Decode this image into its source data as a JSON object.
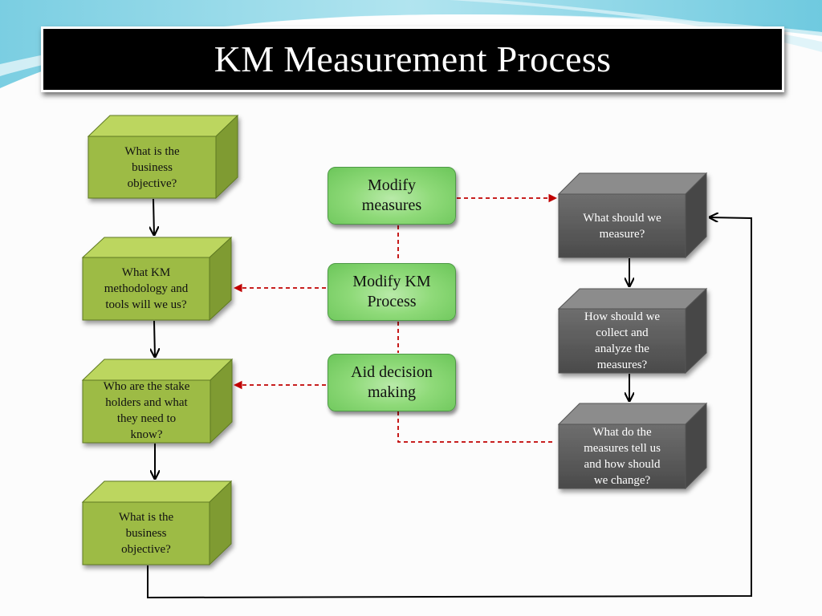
{
  "slide": {
    "title": "KM Measurement Process"
  },
  "left_boxes": [
    {
      "text": "What is the\nbusiness\nobjective?"
    },
    {
      "text": "What KM\nmethodology and\ntools will we us?"
    },
    {
      "text": "Who are the stake\nholders and what\nthey need to\nknow?"
    },
    {
      "text": "What is the\nbusiness\nobjective?"
    }
  ],
  "center_boxes": [
    {
      "text": "Modify\nmeasures"
    },
    {
      "text": "Modify  KM\nProcess"
    },
    {
      "text": "Aid decision\nmaking"
    }
  ],
  "right_boxes": [
    {
      "text": "What  should we\nmeasure?"
    },
    {
      "text": "How should we\ncollect and\nanalyze the\nmeasures?"
    },
    {
      "text": "What do the\nmeasures tell us\nand how should\nwe change?"
    }
  ],
  "colors": {
    "left_box_front": "#9dbb45",
    "left_box_top": "#b9d45f",
    "left_box_side": "#7e9a33",
    "right_box_front": "#5e5e5e",
    "right_box_top": "#8a8a8a",
    "right_box_side": "#474747",
    "center_box_fill": "#8fda79",
    "dashed_arrow": "#c00000",
    "solid_arrow": "#000000",
    "title_bar": "#000000",
    "background_swoosh": "#7fd3e6"
  }
}
